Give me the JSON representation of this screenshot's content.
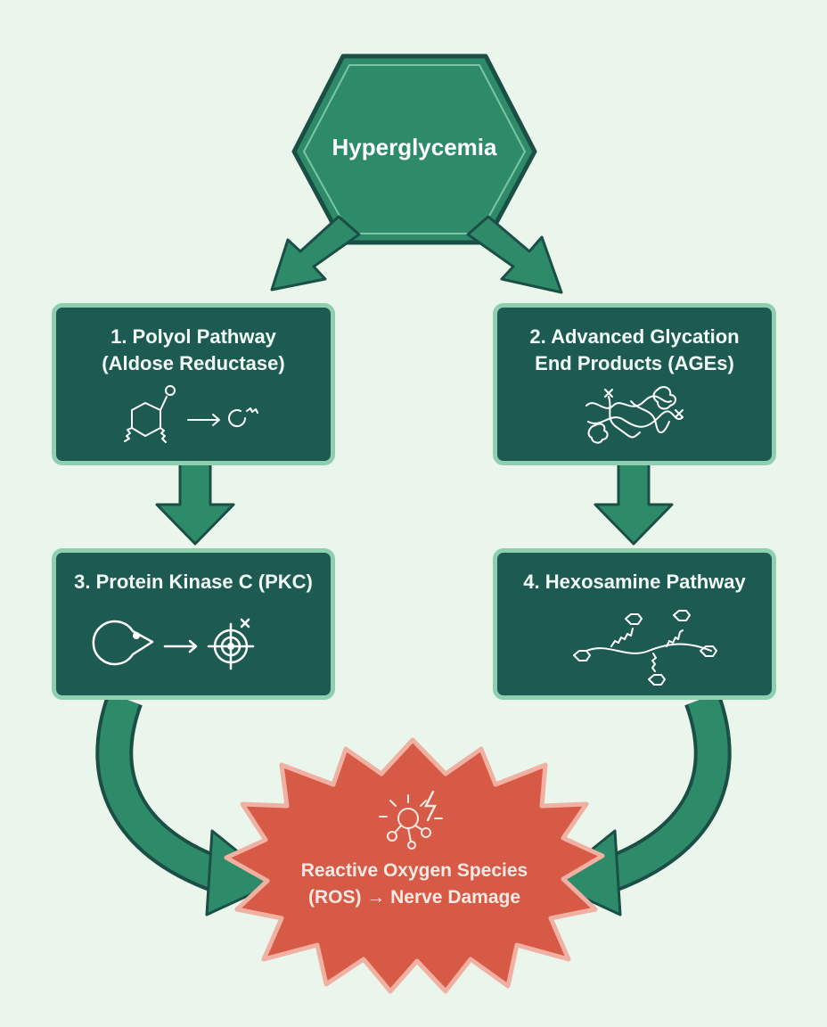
{
  "center": {
    "label": "Hyperglycemia"
  },
  "pathways": [
    {
      "number": "1.",
      "title_line1": "1. Polyol Pathway",
      "title_line2": "(Aldose Reductase)",
      "icon": "polyol-conversion-icon"
    },
    {
      "number": "2.",
      "title_line1": "2. Advanced Glycation",
      "title_line2": "End Products (AGEs)",
      "icon": "glycated-proteins-icon"
    },
    {
      "number": "3.",
      "title_line1": "3. Protein Kinase C (PKC)",
      "title_line2": "",
      "icon": "enzyme-target-icon"
    },
    {
      "number": "4.",
      "title_line1": "4. Hexosamine Pathway",
      "title_line2": "",
      "icon": "hexosamine-chain-icon"
    }
  ],
  "outcome": {
    "line1": "Reactive Oxygen Species",
    "line2": "(ROS) → Nerve Damage",
    "icon": "radical-burst-icon"
  },
  "colors": {
    "background": "#eaf5ec",
    "box_fill": "#1d5b52",
    "box_border": "#8fcfaf",
    "arrow": "#2e8b6a",
    "hex_fill": "#2e8b6a",
    "outcome_fill": "#d65a46"
  }
}
